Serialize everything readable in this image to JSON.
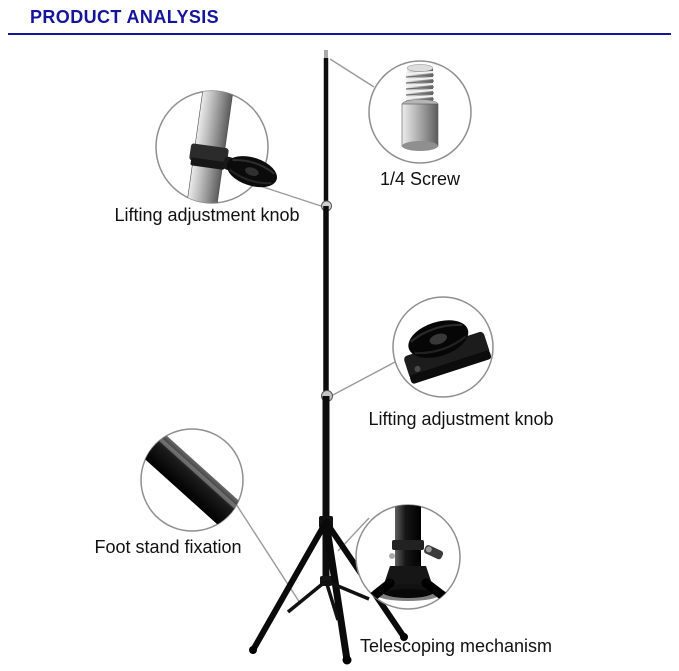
{
  "header": {
    "title": "PRODUCT ANALYSIS",
    "accent_color": "#15159b"
  },
  "callouts": [
    {
      "id": "lifting-knob-top",
      "label": "Lifting adjustment knob"
    },
    {
      "id": "quarter-screw",
      "label": "1/4 Screw"
    },
    {
      "id": "lifting-knob-mid",
      "label": "Lifting adjustment knob"
    },
    {
      "id": "foot-stand-fixation",
      "label": "Foot stand fixation"
    },
    {
      "id": "telescoping-mechanism",
      "label": "Telescoping mechanism"
    }
  ],
  "colors": {
    "background": "#ffffff",
    "stand": "#0a0a0a",
    "callout_border": "#8f8f8f",
    "label_text": "#111111"
  }
}
